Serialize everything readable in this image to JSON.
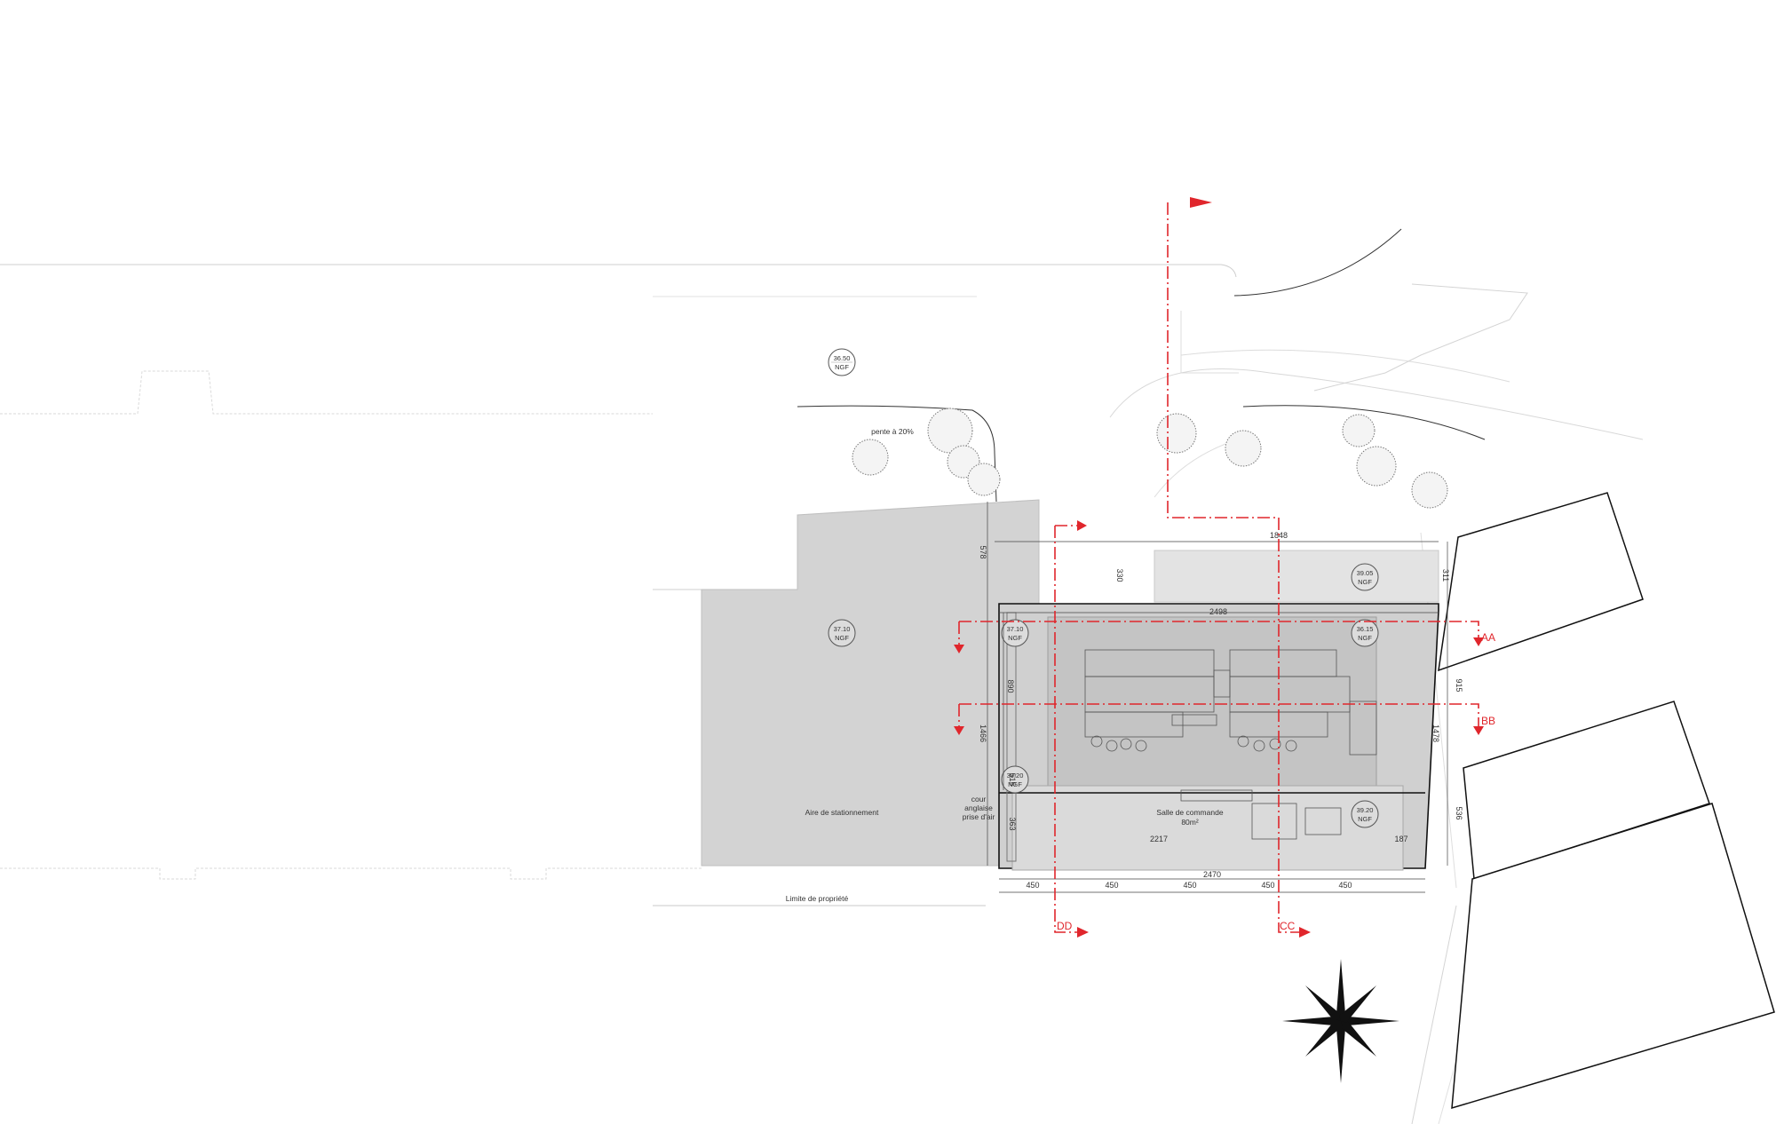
{
  "colors": {
    "section_red": "#e0262c",
    "ground_grey": "#d3d3d3",
    "building_grey": "#c7c7c7",
    "light_grey": "#e6e6e6",
    "line_black": "#111111",
    "line_light": "#bdbdbd"
  },
  "levels": [
    {
      "value": "36.50",
      "unit": "NGF"
    },
    {
      "value": "37.10",
      "unit": "NGF"
    },
    {
      "value": "37.10",
      "unit": "NGF"
    },
    {
      "value": "39.05",
      "unit": "NGF"
    },
    {
      "value": "36.15",
      "unit": "NGF"
    },
    {
      "value": "39.20",
      "unit": "NGF"
    },
    {
      "value": "39.20",
      "unit": "NGF"
    }
  ],
  "labels": {
    "slope": "pente à 20%",
    "parking": "Aire de stationnement",
    "property_limit": "Limite de propriété",
    "control_room": "Salle de commande",
    "control_room_area": "80m²",
    "cour_l1": "cour",
    "cour_l2": "anglaise",
    "cour_l3": "prise d'air"
  },
  "sections": {
    "aa": "AA",
    "bb": "BB",
    "cc": "CC",
    "dd": "DD"
  },
  "dimensions": {
    "top_1848": "1848",
    "top_2498": "2498",
    "bottom_2470": "2470",
    "inner_2217": "2217",
    "inner_187": "187",
    "seg_1": "450",
    "seg_2": "450",
    "seg_3": "450",
    "seg_4": "450",
    "seg_5": "450",
    "left_578": "578",
    "left_890": "890",
    "left_1466": "1466",
    "left_363": "363",
    "left_515": "515",
    "courtyard_330": "330",
    "right_311": "311",
    "right_915": "915",
    "right_1478": "1478",
    "right_536": "536"
  },
  "icons": [
    "compass-rose-icon",
    "tree-icon"
  ]
}
